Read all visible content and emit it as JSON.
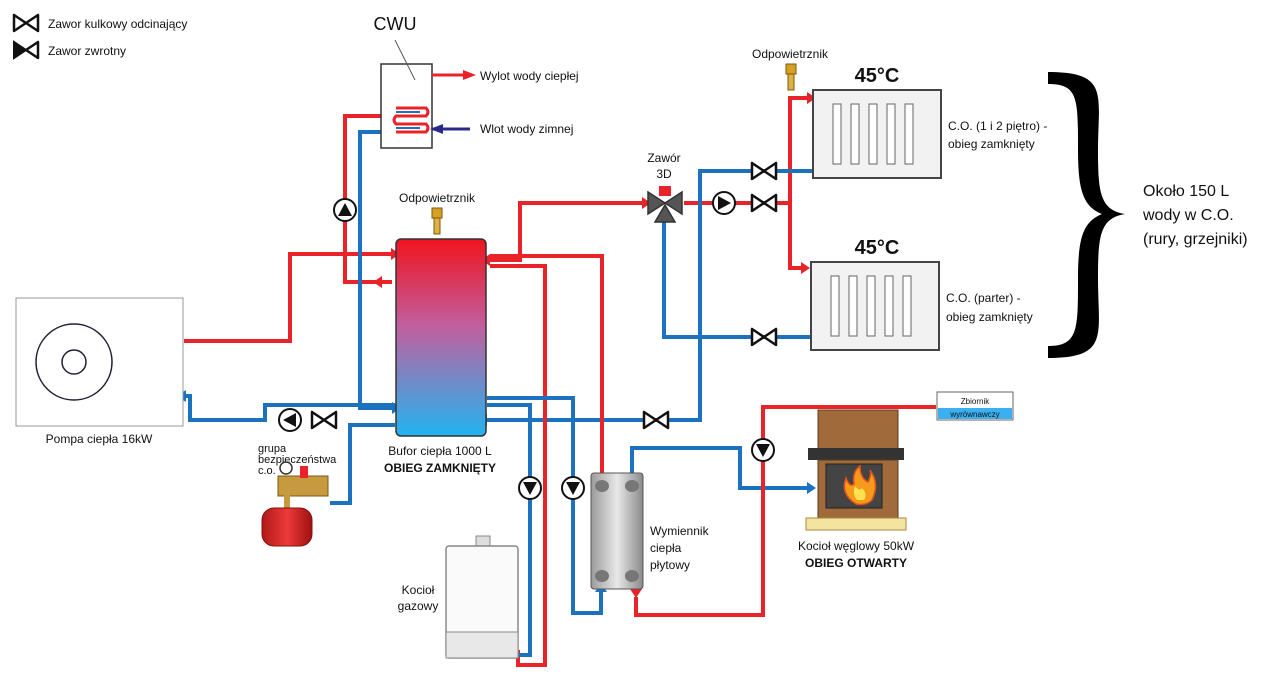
{
  "legend": {
    "ball_valve": "Zawor kulkowy odcinający",
    "check_valve": "Zawor zwrotny"
  },
  "cwu": {
    "title": "CWU",
    "hot_out": "Wylot wody ciepłej",
    "cold_in": "Wlot wody zimnej"
  },
  "buffer": {
    "vent": "Odpowietrznik",
    "line1": "Bufor ciepła 1000 L",
    "line2": "OBIEG ZAMKNIĘTY"
  },
  "valve3d": {
    "line1": "Zawór",
    "line2": "3D"
  },
  "radiator_top": {
    "vent": "Odpowietrznik",
    "temp": "45°C",
    "line1": "C.O. (1 i 2 piętro) -",
    "line2": "obieg zamknięty"
  },
  "radiator_bottom": {
    "temp": "45°C",
    "line1": "C.O. (parter) -",
    "line2": "obieg zamknięty"
  },
  "co_volume": {
    "line1": "Około 150 L",
    "line2": "wody w C.O.",
    "line3": "(rury, grzejniki)"
  },
  "heat_pump": {
    "label": "Pompa ciepła 16kW"
  },
  "safety_group": {
    "line1": "grupa",
    "line2": "bezpieczeństwa",
    "line3": "c.o."
  },
  "gas_boiler": {
    "line1": "Kocioł",
    "line2": "gazowy"
  },
  "plate_exchanger": {
    "line1": "Wymiennik",
    "line2": "ciepła",
    "line3": "płytowy"
  },
  "expansion_tank": {
    "line1": "Zbiornik",
    "line2": "wyrównawczy"
  },
  "coal_boiler": {
    "line1": "Kocioł węglowy 50kW",
    "line2": "OBIEG OTWARTY"
  },
  "colors": {
    "hot": "#e8232a",
    "cold": "#1d72c0",
    "inlet": "#2b2a8c"
  }
}
